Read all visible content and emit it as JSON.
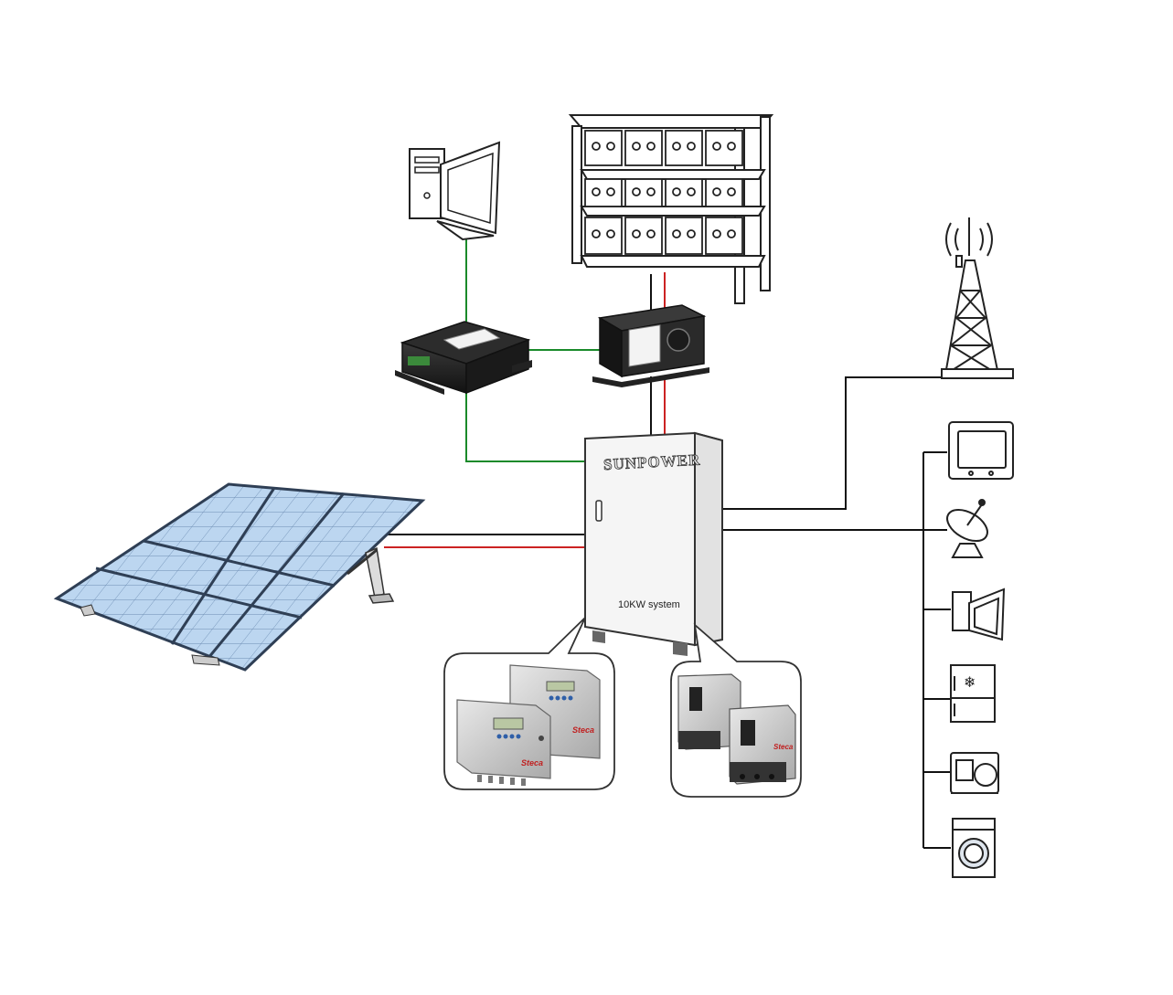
{
  "cabinet": {
    "brand": "SUNPOWER",
    "caption": "10KW system"
  },
  "inverter_brand": "Steca",
  "controller_brand": "Steca",
  "wire_colors": {
    "positive": "#cc2222",
    "negative": "#111111",
    "data": "#1a8a2a"
  }
}
